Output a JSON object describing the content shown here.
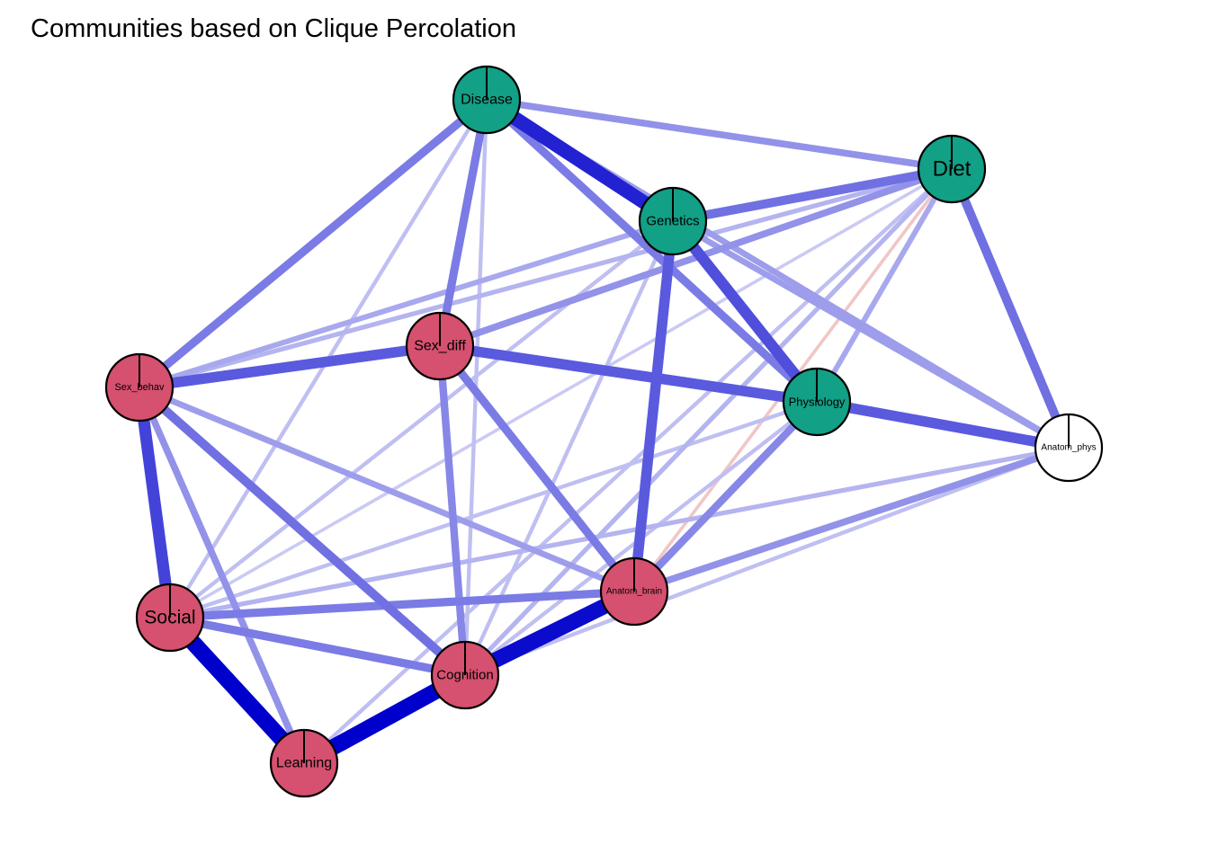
{
  "title": "Communities based on Clique Percolation",
  "colors": {
    "community_1": "#D6506F",
    "community_2": "#12A086",
    "unassigned": "#FFFFFF",
    "positive_edge": "#0000CC",
    "negative_edge": "#E8A0A0",
    "node_border": "#000000"
  },
  "nodes": [
    {
      "id": "Disease",
      "label": "Disease",
      "community": "community_2"
    },
    {
      "id": "Diet",
      "label": "Diet",
      "community": "community_2"
    },
    {
      "id": "Genetics",
      "label": "Genetics",
      "community": "community_2"
    },
    {
      "id": "Sex_diff",
      "label": "Sex_diff",
      "community": "community_1"
    },
    {
      "id": "Sex_behav",
      "label": "Sex_behav",
      "community": "community_1"
    },
    {
      "id": "Physiology",
      "label": "Physiology",
      "community": "community_2"
    },
    {
      "id": "Anatom_phys",
      "label": "Anatom_phys",
      "community": "unassigned"
    },
    {
      "id": "Anatom_brain",
      "label": "Anatom_brain",
      "community": "community_1"
    },
    {
      "id": "Social",
      "label": "Social",
      "community": "community_1"
    },
    {
      "id": "Cognition",
      "label": "Cognition",
      "community": "community_1"
    },
    {
      "id": "Learning",
      "label": "Learning",
      "community": "community_1"
    }
  ],
  "edges": [
    {
      "from": "Disease",
      "to": "Genetics",
      "weight": 0.85,
      "sign": "positive"
    },
    {
      "from": "Social",
      "to": "Learning",
      "weight": 1.0,
      "sign": "positive"
    },
    {
      "from": "Learning",
      "to": "Cognition",
      "weight": 1.0,
      "sign": "positive"
    },
    {
      "from": "Cognition",
      "to": "Anatom_brain",
      "weight": 0.95,
      "sign": "positive"
    },
    {
      "from": "Sex_behav",
      "to": "Social",
      "weight": 0.7,
      "sign": "positive"
    },
    {
      "from": "Sex_behav",
      "to": "Sex_diff",
      "weight": 0.6,
      "sign": "positive"
    },
    {
      "from": "Sex_diff",
      "to": "Physiology",
      "weight": 0.6,
      "sign": "positive"
    },
    {
      "from": "Physiology",
      "to": "Anatom_phys",
      "weight": 0.6,
      "sign": "positive"
    },
    {
      "from": "Genetics",
      "to": "Anatom_brain",
      "weight": 0.6,
      "sign": "positive"
    },
    {
      "from": "Genetics",
      "to": "Physiology",
      "weight": 0.65,
      "sign": "positive"
    },
    {
      "from": "Disease",
      "to": "Physiology",
      "weight": 0.45,
      "sign": "positive"
    },
    {
      "from": "Diet",
      "to": "Anatom_phys",
      "weight": 0.5,
      "sign": "positive"
    },
    {
      "from": "Diet",
      "to": "Genetics",
      "weight": 0.5,
      "sign": "positive"
    },
    {
      "from": "Disease",
      "to": "Diet",
      "weight": 0.35,
      "sign": "positive"
    },
    {
      "from": "Disease",
      "to": "Sex_behav",
      "weight": 0.45,
      "sign": "positive"
    },
    {
      "from": "Disease",
      "to": "Sex_diff",
      "weight": 0.45,
      "sign": "positive"
    },
    {
      "from": "Disease",
      "to": "Social",
      "weight": 0.15,
      "sign": "positive"
    },
    {
      "from": "Disease",
      "to": "Cognition",
      "weight": 0.15,
      "sign": "positive"
    },
    {
      "from": "Sex_behav",
      "to": "Cognition",
      "weight": 0.5,
      "sign": "positive"
    },
    {
      "from": "Sex_behav",
      "to": "Learning",
      "weight": 0.35,
      "sign": "positive"
    },
    {
      "from": "Sex_behav",
      "to": "Anatom_brain",
      "weight": 0.3,
      "sign": "positive"
    },
    {
      "from": "Sex_behav",
      "to": "Genetics",
      "weight": 0.25,
      "sign": "positive"
    },
    {
      "from": "Sex_behav",
      "to": "Diet",
      "weight": 0.2,
      "sign": "positive"
    },
    {
      "from": "Sex_diff",
      "to": "Anatom_brain",
      "weight": 0.45,
      "sign": "positive"
    },
    {
      "from": "Sex_diff",
      "to": "Cognition",
      "weight": 0.4,
      "sign": "positive"
    },
    {
      "from": "Sex_diff",
      "to": "Diet",
      "weight": 0.35,
      "sign": "positive"
    },
    {
      "from": "Social",
      "to": "Anatom_brain",
      "weight": 0.45,
      "sign": "positive"
    },
    {
      "from": "Social",
      "to": "Cognition",
      "weight": 0.45,
      "sign": "positive"
    },
    {
      "from": "Social",
      "to": "Anatom_phys",
      "weight": 0.2,
      "sign": "positive"
    },
    {
      "from": "Social",
      "to": "Physiology",
      "weight": 0.15,
      "sign": "positive"
    },
    {
      "from": "Social",
      "to": "Genetics",
      "weight": 0.15,
      "sign": "positive"
    },
    {
      "from": "Social",
      "to": "Diet",
      "weight": 0.1,
      "sign": "positive"
    },
    {
      "from": "Anatom_brain",
      "to": "Physiology",
      "weight": 0.4,
      "sign": "positive"
    },
    {
      "from": "Anatom_brain",
      "to": "Anatom_phys",
      "weight": 0.35,
      "sign": "positive"
    },
    {
      "from": "Anatom_brain",
      "to": "Diet",
      "weight": 0.1,
      "sign": "negative"
    },
    {
      "from": "Cognition",
      "to": "Genetics",
      "weight": 0.15,
      "sign": "positive"
    },
    {
      "from": "Cognition",
      "to": "Diet",
      "weight": 0.2,
      "sign": "positive"
    },
    {
      "from": "Cognition",
      "to": "Physiology",
      "weight": 0.15,
      "sign": "positive"
    },
    {
      "from": "Cognition",
      "to": "Anatom_phys",
      "weight": 0.15,
      "sign": "positive"
    },
    {
      "from": "Genetics",
      "to": "Anatom_phys",
      "weight": 0.3,
      "sign": "positive"
    },
    {
      "from": "Disease",
      "to": "Anatom_phys",
      "weight": 0.3,
      "sign": "positive"
    },
    {
      "from": "Diet",
      "to": "Physiology",
      "weight": 0.25,
      "sign": "positive"
    },
    {
      "from": "Learning",
      "to": "Diet",
      "weight": 0.15,
      "sign": "positive"
    }
  ]
}
